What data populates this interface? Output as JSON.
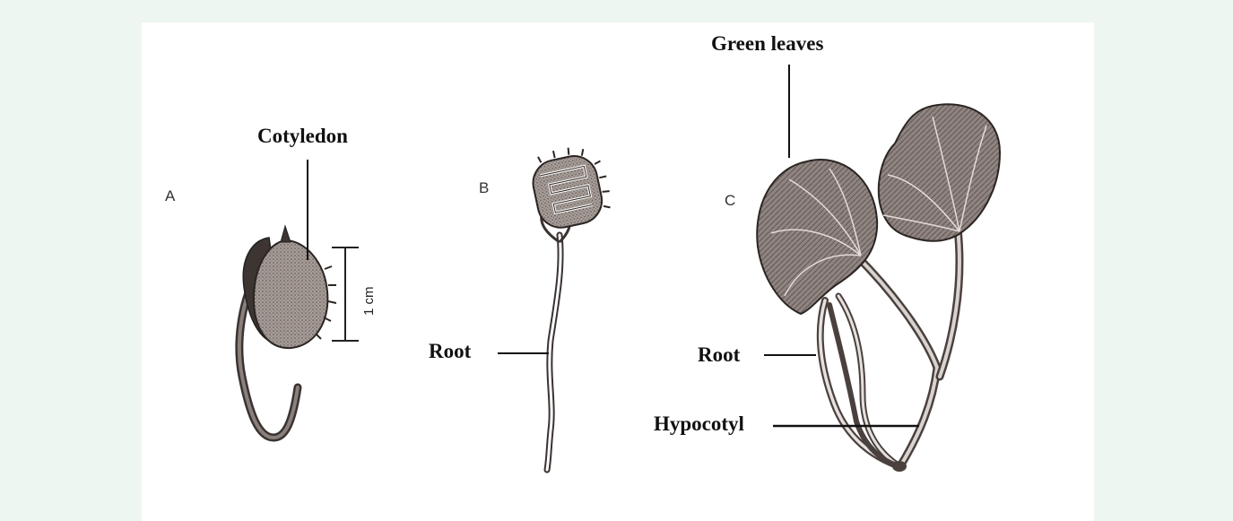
{
  "panels": {
    "a": "A",
    "b": "B",
    "c": "C"
  },
  "labels": {
    "cotyledon": "Cotyledon",
    "green_leaves": "Green leaves",
    "root_b": "Root",
    "root_c": "Root",
    "hypocotyl": "Hypocotyl"
  },
  "scale_bar": {
    "text": "1 cm"
  },
  "colors": {
    "page_background": "#eef6f1",
    "panel_background": "#ffffff",
    "ink": "#111111"
  }
}
